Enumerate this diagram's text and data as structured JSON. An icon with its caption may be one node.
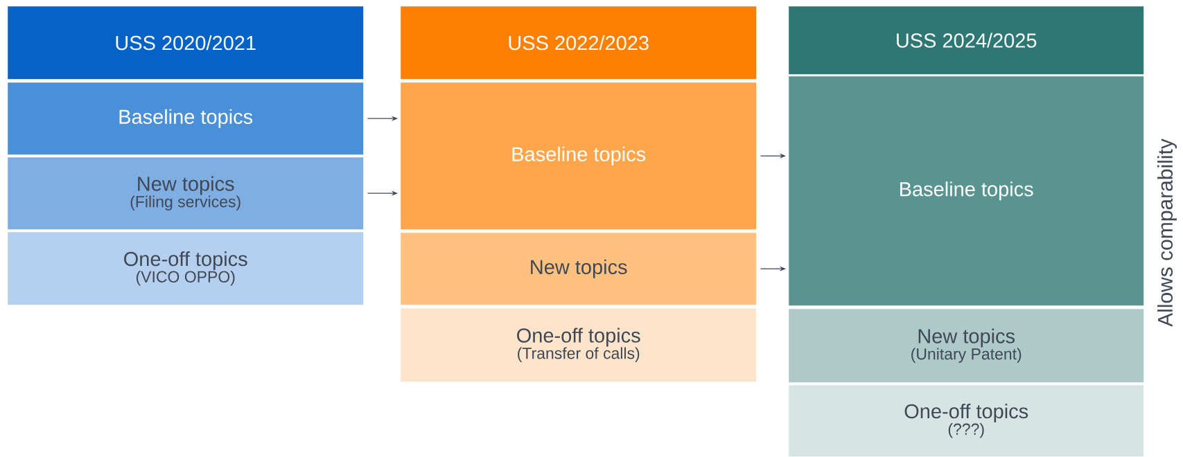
{
  "diagram": {
    "nodes": [
      {
        "text": [
          "USS 2020/2021"
        ]
      },
      {
        "text": [
          "Baseline topics"
        ]
      },
      {
        "text": [
          "New topics",
          "(Filing services)"
        ]
      },
      {
        "text": [
          "One-off topics",
          "(VICO OPPO)"
        ]
      },
      {
        "text": [
          "USS 2022/2023"
        ]
      },
      {
        "text": [
          "Baseline topics"
        ]
      },
      {
        "text": [
          "New topics"
        ]
      },
      {
        "text": [
          "One-off topics",
          "(Transfer of calls)"
        ]
      },
      {
        "text": [
          "USS 2024/2025"
        ]
      },
      {
        "text": [
          "Baseline topics"
        ]
      },
      {
        "text": [
          "New topics",
          "(Unitary Patent)"
        ]
      },
      {
        "text": [
          "One-off topics",
          "(???)"
        ]
      }
    ],
    "edges": [
      {
        "from": 1,
        "to": 5,
        "arrow": "to"
      },
      {
        "from": 2,
        "to": 5,
        "arrow": "to"
      },
      {
        "from": 5,
        "to": 9,
        "arrow": "to"
      },
      {
        "from": 6,
        "to": 9,
        "arrow": "to"
      }
    ],
    "labels": [
      "Allows comparability"
    ]
  }
}
